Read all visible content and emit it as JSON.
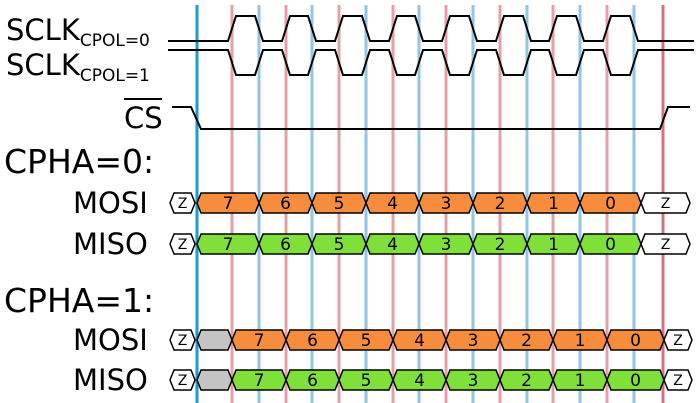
{
  "labels": {
    "sclk": "SCLK",
    "cpol0": "CPOL=0",
    "cpol1": "CPOL=1",
    "cs": "CS",
    "cpha0": "CPHA=0:",
    "cpha1": "CPHA=1:",
    "mosi": "MOSI",
    "miso": "MISO"
  },
  "bits": [
    "7",
    "6",
    "5",
    "4",
    "3",
    "2",
    "1",
    "0"
  ],
  "highz": "Z",
  "colors": {
    "cpha0": "#1a9ad9",
    "cpha1": "#d9707e",
    "mosi_fill": "#f78c3d",
    "miso_fill": "#7fe03a",
    "idle_fill": "#c4c4c4",
    "blue_line": "#93c6e4",
    "red_line": "#e3a0a7",
    "cs_start": "#1a9ad9",
    "cs_end": "#d9707e"
  }
}
